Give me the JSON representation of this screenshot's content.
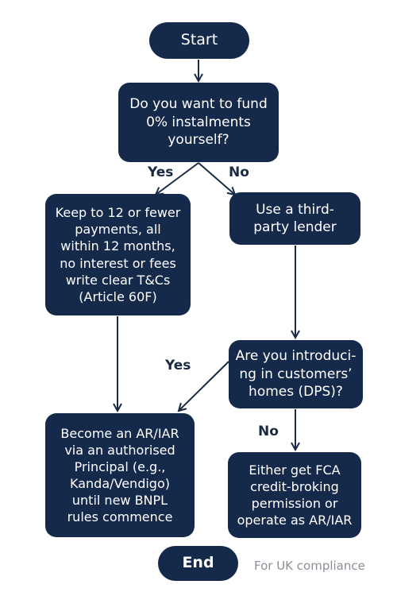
{
  "nodes": {
    "start": "Start",
    "question_fund": [
      "Do you want to fund",
      "0% instalments",
      "yourself?"
    ],
    "keep_to_12": [
      "Keep to 12 or fewer",
      "payments, all",
      "within 12 months,",
      "no interest or fees",
      "write clear T&Cs",
      "(Article 60F)"
    ],
    "third_party": [
      "Use a third-",
      "party lender"
    ],
    "question_introducing": [
      "Are you introduci-",
      "ng in customers’",
      "homes (DPS)?"
    ],
    "become_ar": [
      "Become an AR/IAR",
      "via an authorised",
      "Principal (e.g.,",
      "Kanda/Vendigo)",
      "until new BNPL",
      "rules commence"
    ],
    "fca_permission": [
      "Either get FCA",
      "credit-broking",
      "permission or",
      "operate as AR/IAR"
    ],
    "end": "End"
  },
  "edge_labels": {
    "fund_yes": "Yes",
    "fund_no": "No",
    "introducing_yes": "Yes",
    "introducing_no": "No"
  },
  "footnote": "For UK compliance",
  "colors": {
    "node_fill": "#15294a",
    "node_text": "#ffffff",
    "arrow": "#1b2a44",
    "footnote": "#8a8f98"
  }
}
